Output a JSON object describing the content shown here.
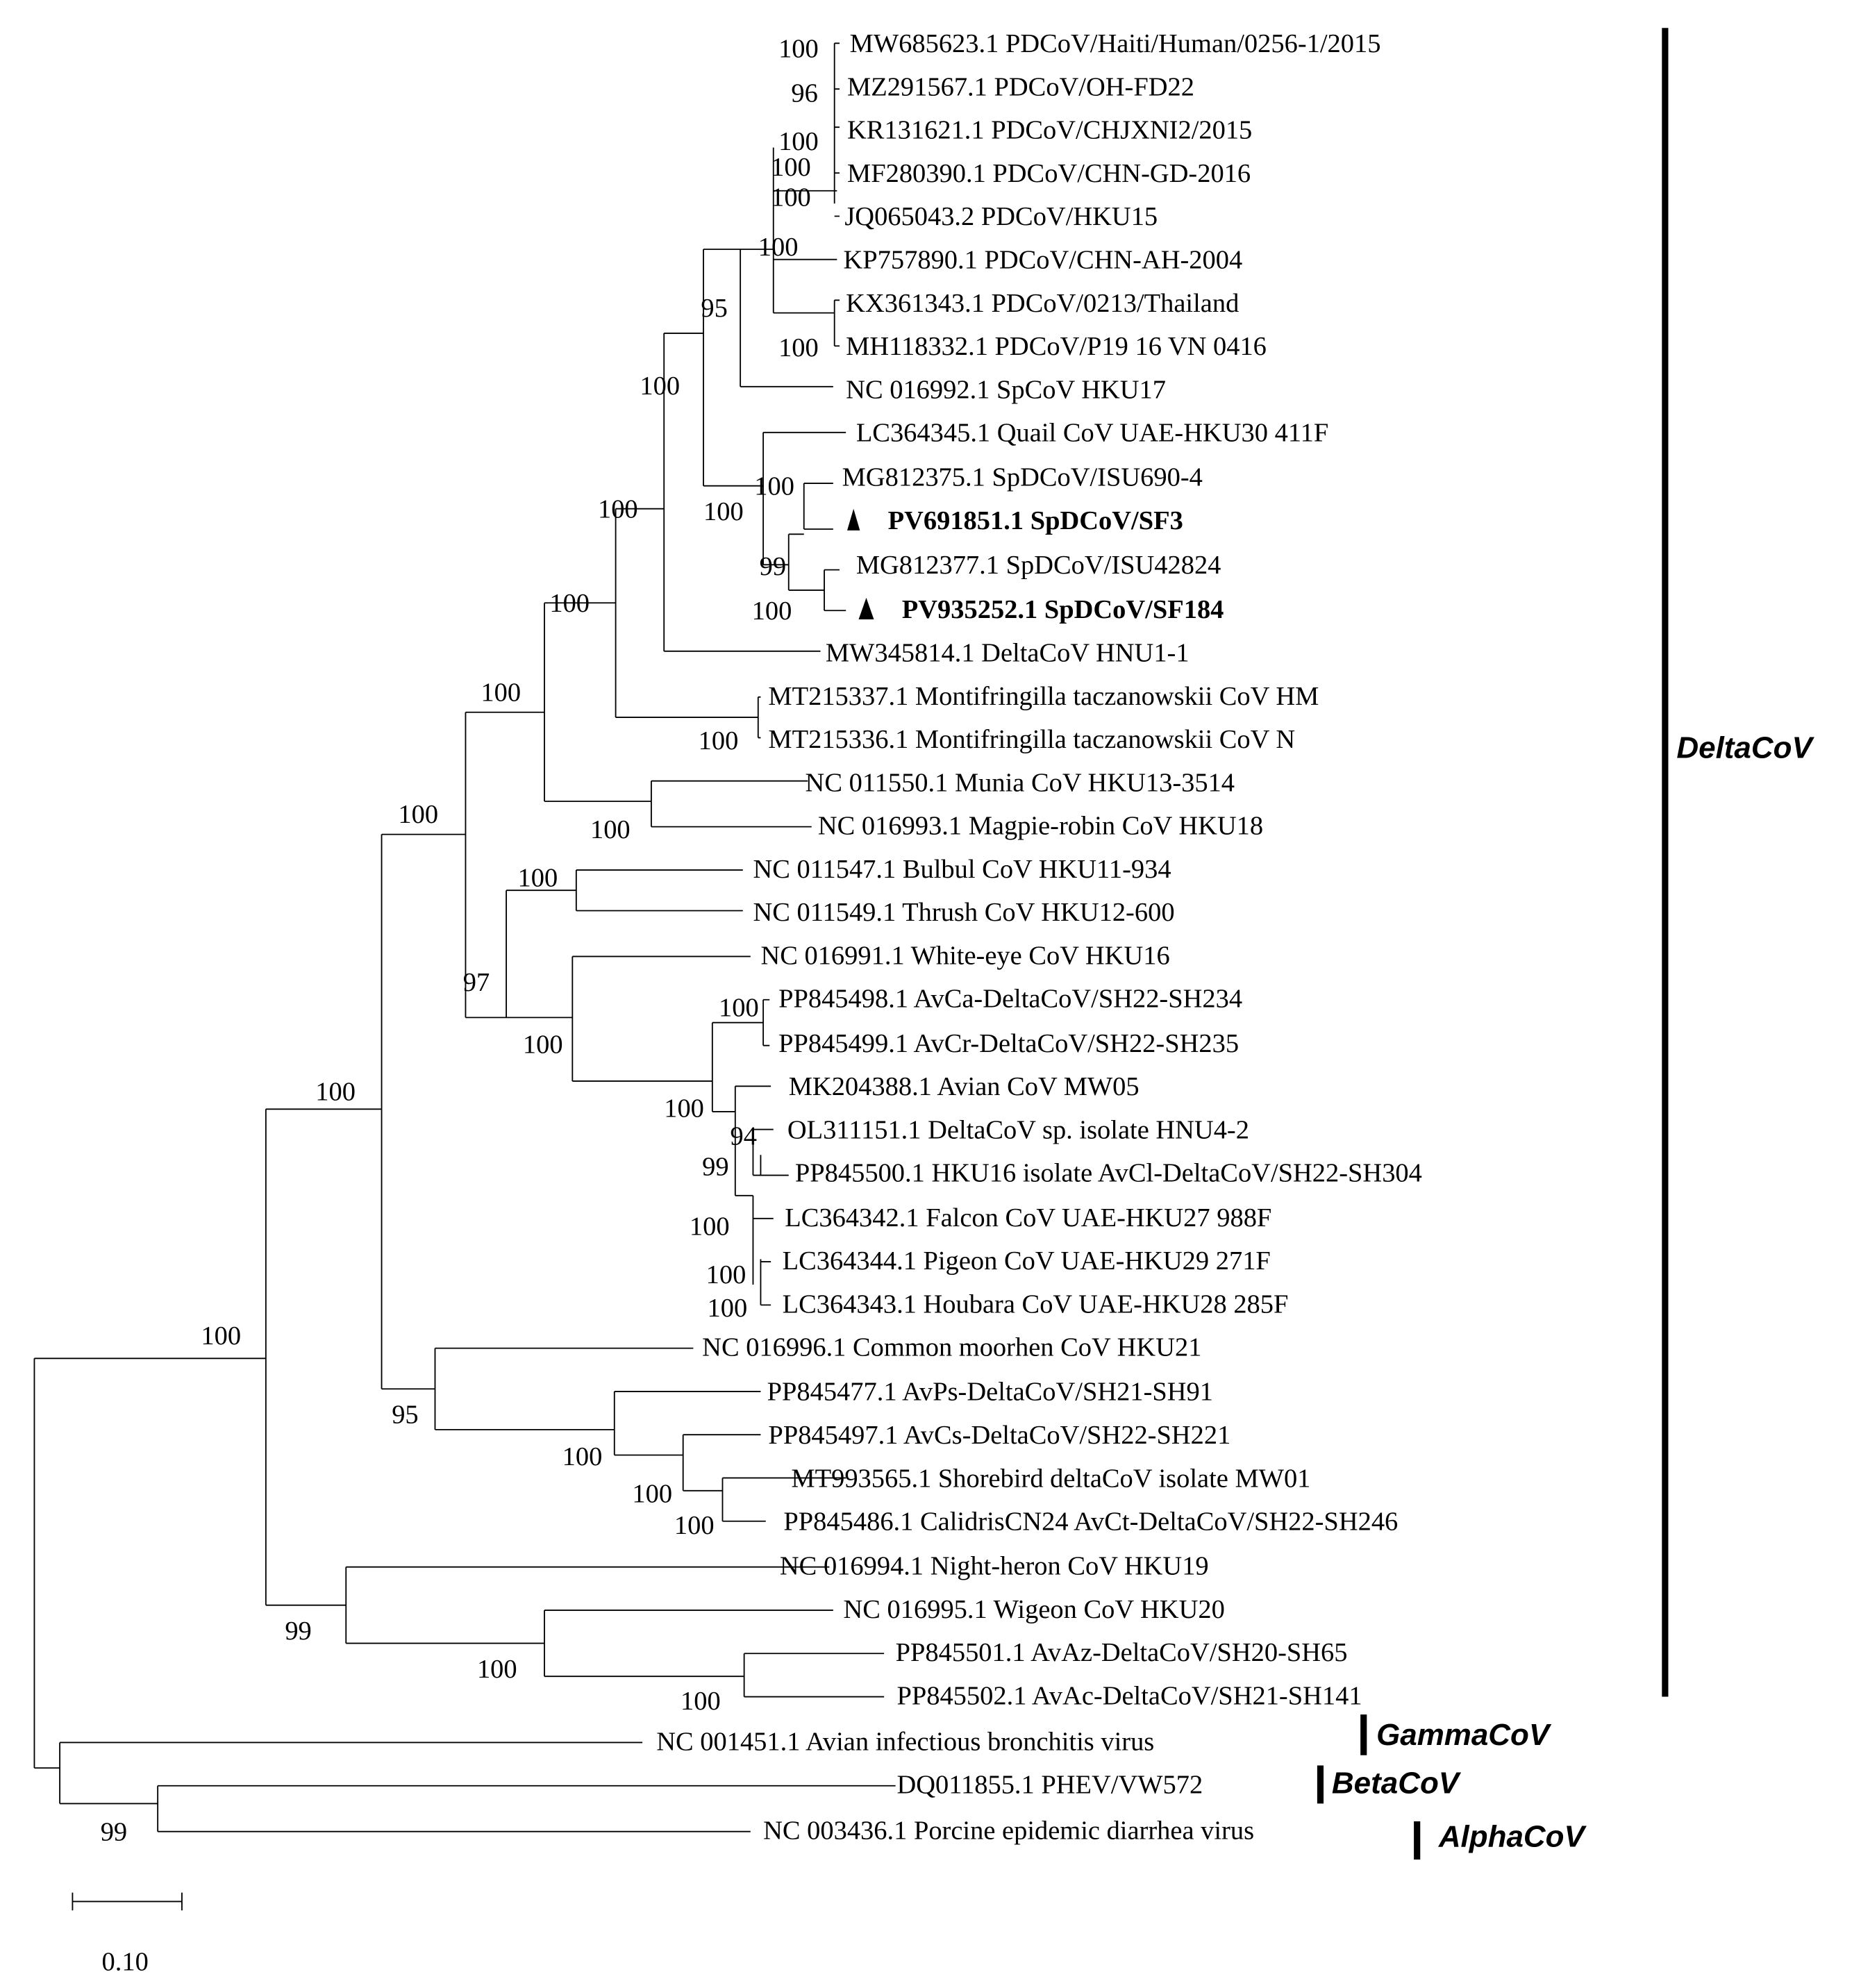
{
  "figure": {
    "type": "phylogenetic_tree",
    "scale_bar": {
      "label": "0.10"
    }
  },
  "taxa": [
    {
      "label": "MW685623.1 PDCoV/Haiti/Human/0256-1/2015",
      "bold": false
    },
    {
      "label": "MZ291567.1  PDCoV/OH-FD22",
      "bold": false
    },
    {
      "label": "KR131621.1  PDCoV/CHJXNI2/2015",
      "bold": false
    },
    {
      "label": "MF280390.1  PDCoV/CHN-GD-2016",
      "bold": false
    },
    {
      "label": "JQ065043.2   PDCoV/HKU15",
      "bold": false
    },
    {
      "label": "KP757890.1   PDCoV/CHN-AH-2004",
      "bold": false
    },
    {
      "label": "KX361343.1  PDCoV/0213/Thailand",
      "bold": false
    },
    {
      "label": "MH118332.1 PDCoV/P19 16 VN 0416",
      "bold": false
    },
    {
      "label": "NC 016992.1 SpCoV HKU17",
      "bold": false
    },
    {
      "label": "LC364345.1 Quail CoV UAE-HKU30 411F",
      "bold": false
    },
    {
      "label": "MG812375.1 SpDCoV/ISU690-4",
      "bold": false
    },
    {
      "label": "PV691851.1 SpDCoV/SF3",
      "bold": true,
      "marker": "triangle"
    },
    {
      "label": "MG812377.1 SpDCoV/ISU42824",
      "bold": false
    },
    {
      "label": "PV935252.1 SpDCoV/SF184",
      "bold": true,
      "marker": "triangle"
    },
    {
      "label": "MW345814.1 DeltaCoV HNU1-1",
      "bold": false
    },
    {
      "label": "MT215337.1 Montifringilla taczanowskii CoV HM",
      "bold": false
    },
    {
      "label": "MT215336.1 Montifringilla taczanowskii CoV N",
      "bold": false
    },
    {
      "label": "NC 011550.1 Munia CoV HKU13-3514",
      "bold": false
    },
    {
      "label": "NC 016993.1 Magpie-robin CoV HKU18",
      "bold": false
    },
    {
      "label": "NC 011547.1 Bulbul CoV HKU11-934",
      "bold": false
    },
    {
      "label": "NC 011549.1 Thrush CoV HKU12-600",
      "bold": false
    },
    {
      "label": "NC 016991.1 White-eye CoV HKU16",
      "bold": false
    },
    {
      "label": "PP845498.1 AvCa-DeltaCoV/SH22-SH234",
      "bold": false
    },
    {
      "label": "PP845499.1 AvCr-DeltaCoV/SH22-SH235",
      "bold": false
    },
    {
      "label": "MK204388.1 Avian CoV MW05",
      "bold": false
    },
    {
      "label": "OL311151.1 DeltaCoV sp. isolate HNU4-2",
      "bold": false
    },
    {
      "label": "PP845500.1 HKU16 isolate AvCl-DeltaCoV/SH22-SH304",
      "bold": false
    },
    {
      "label": "LC364342.1 Falcon CoV UAE-HKU27 988F",
      "bold": false
    },
    {
      "label": "LC364344.1 Pigeon CoV UAE-HKU29 271F",
      "bold": false
    },
    {
      "label": "LC364343.1 Houbara CoV UAE-HKU28 285F",
      "bold": false
    },
    {
      "label": "NC 016996.1 Common moorhen CoV HKU21",
      "bold": false
    },
    {
      "label": "PP845477.1 AvPs-DeltaCoV/SH21-SH91",
      "bold": false
    },
    {
      "label": "PP845497.1 AvCs-DeltaCoV/SH22-SH221",
      "bold": false
    },
    {
      "label": "MT993565.1 Shorebird deltaCoV isolate MW01",
      "bold": false
    },
    {
      "label": "PP845486.1 CalidrisCN24 AvCt-DeltaCoV/SH22-SH246",
      "bold": false
    },
    {
      "label": "NC 016994.1 Night-heron CoV HKU19",
      "bold": false
    },
    {
      "label": "NC 016995.1 Wigeon CoV HKU20",
      "bold": false
    },
    {
      "label": "PP845501.1 AvAz-DeltaCoV/SH20-SH65",
      "bold": false
    },
    {
      "label": "PP845502.1 AvAc-DeltaCoV/SH21-SH141",
      "bold": false
    },
    {
      "label": "NC 001451.1 Avian infectious bronchitis virus",
      "bold": false
    },
    {
      "label": "DQ011855.1 PHEV/VW572",
      "bold": false
    },
    {
      "label": "NC 003436.1 Porcine epidemic diarrhea virus",
      "bold": false
    }
  ],
  "bootstrap": [
    "100",
    "96",
    "100",
    "100",
    "100",
    "100",
    "100",
    "95",
    "100",
    "100",
    "100",
    "100",
    "99",
    "100",
    "100",
    "100",
    "100",
    "100",
    "100",
    "100",
    "97",
    "100",
    "100",
    "100",
    "94",
    "99",
    "100",
    "100",
    "100",
    "100",
    "95",
    "100",
    "100",
    "100",
    "100",
    "99",
    "100",
    "100",
    "99"
  ],
  "clades": [
    {
      "label": "DeltaCoV"
    },
    {
      "label": "GammaCoV"
    },
    {
      "label": "BetaCoV"
    },
    {
      "label": "AlphaCoV"
    }
  ]
}
